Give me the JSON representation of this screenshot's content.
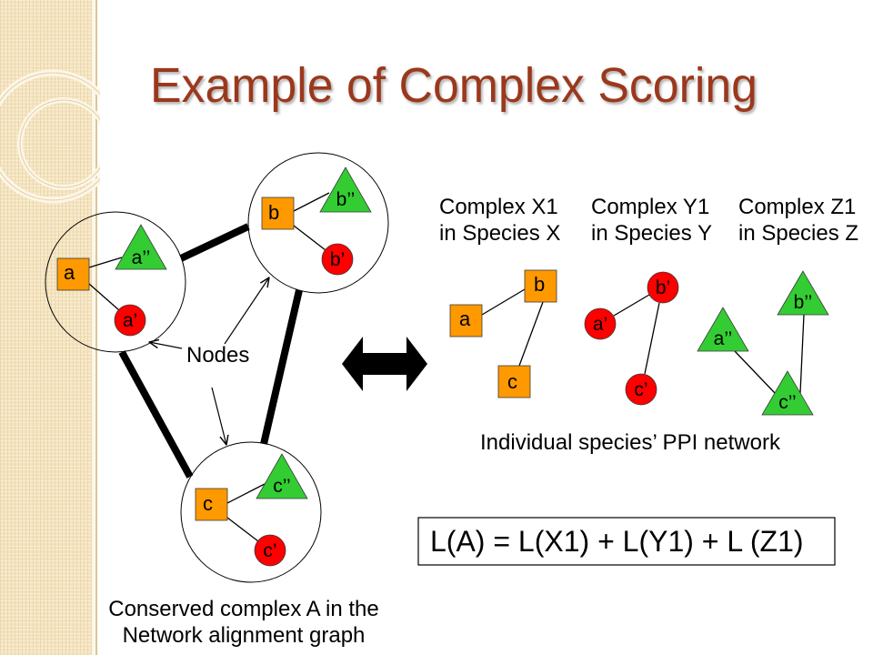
{
  "slide": {
    "title": "Example of Complex Scoring"
  },
  "alignment_graph": {
    "nodes": [
      {
        "square": "a",
        "triangle": "a’’",
        "circle": "a’"
      },
      {
        "square": "b",
        "triangle": "b’’",
        "circle": "b’"
      },
      {
        "square": "c",
        "triangle": "c’’",
        "circle": "c’"
      }
    ],
    "nodes_label": "Nodes",
    "caption_line1": "Conserved complex A in the",
    "caption_line2": "Network alignment graph"
  },
  "species_networks": {
    "complexes": [
      {
        "title": "Complex X1",
        "species": "in Species X",
        "node_labels": [
          "a",
          "b",
          "c"
        ]
      },
      {
        "title": "Complex Y1",
        "species": "in Species Y",
        "node_labels": [
          "a’",
          "b’",
          "c’"
        ]
      },
      {
        "title": "Complex Z1",
        "species": "in Species Z",
        "node_labels": [
          "a’’",
          "b’’",
          "c’’"
        ]
      }
    ],
    "caption": "Individual species’ PPI network"
  },
  "formula": "L(A) = L(X1) + L(Y1) + L (Z1)",
  "colors": {
    "title": "#9b391a",
    "square_node": "#ff9900",
    "triangle_node": "#33cc33",
    "circle_node": "#ff0000",
    "side_strip": "#f4e3bf"
  }
}
